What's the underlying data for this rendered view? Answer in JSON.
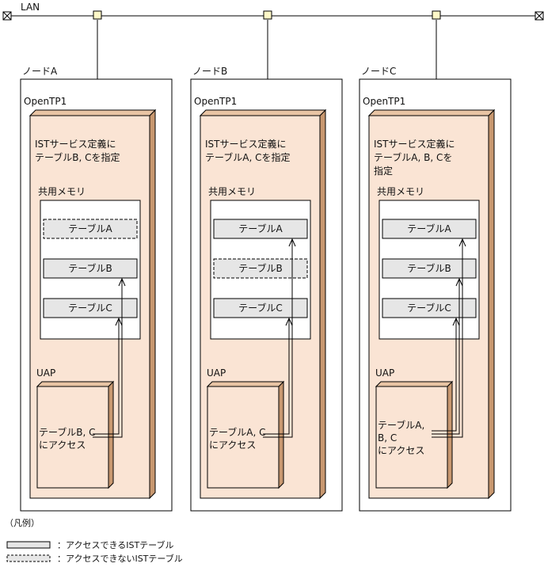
{
  "lan": {
    "label": "LAN"
  },
  "nodes": [
    {
      "title": "ノードA",
      "system": "OpenTP1",
      "definition_lines": [
        "ISTサービス定義に",
        "テーブルB, Cを指定"
      ],
      "shared_memory_label": "共用メモリ",
      "tables": [
        {
          "label": "テーブルA",
          "accessible": false
        },
        {
          "label": "テーブルB",
          "accessible": true
        },
        {
          "label": "テーブルC",
          "accessible": true
        }
      ],
      "uap": {
        "label": "UAP",
        "text_lines": [
          "テーブルB, C",
          "にアクセス"
        ]
      }
    },
    {
      "title": "ノードB",
      "system": "OpenTP1",
      "definition_lines": [
        "ISTサービス定義に",
        "テーブルA, Cを指定"
      ],
      "shared_memory_label": "共用メモリ",
      "tables": [
        {
          "label": "テーブルA",
          "accessible": true
        },
        {
          "label": "テーブルB",
          "accessible": false
        },
        {
          "label": "テーブルC",
          "accessible": true
        }
      ],
      "uap": {
        "label": "UAP",
        "text_lines": [
          "テーブルA, C",
          "にアクセス"
        ]
      }
    },
    {
      "title": "ノードC",
      "system": "OpenTP1",
      "definition_lines": [
        "ISTサービス定義に",
        "テーブルA, B, Cを",
        "指定"
      ],
      "shared_memory_label": "共用メモリ",
      "tables": [
        {
          "label": "テーブルA",
          "accessible": true
        },
        {
          "label": "テーブルB",
          "accessible": true
        },
        {
          "label": "テーブルC",
          "accessible": true
        }
      ],
      "uap": {
        "label": "UAP",
        "text_lines": [
          "テーブルA,",
          "  B, C",
          "にアクセス"
        ]
      }
    }
  ],
  "legend": {
    "title": "（凡例）",
    "accessible": "：アクセスできるISTテーブル",
    "inaccessible": "：アクセスできないISTテーブル"
  },
  "colors": {
    "opentp1_fill": "#fae4d4",
    "opentp1_side": "#c89870",
    "table_fill": "#e6e6e6",
    "line": "#000000"
  }
}
